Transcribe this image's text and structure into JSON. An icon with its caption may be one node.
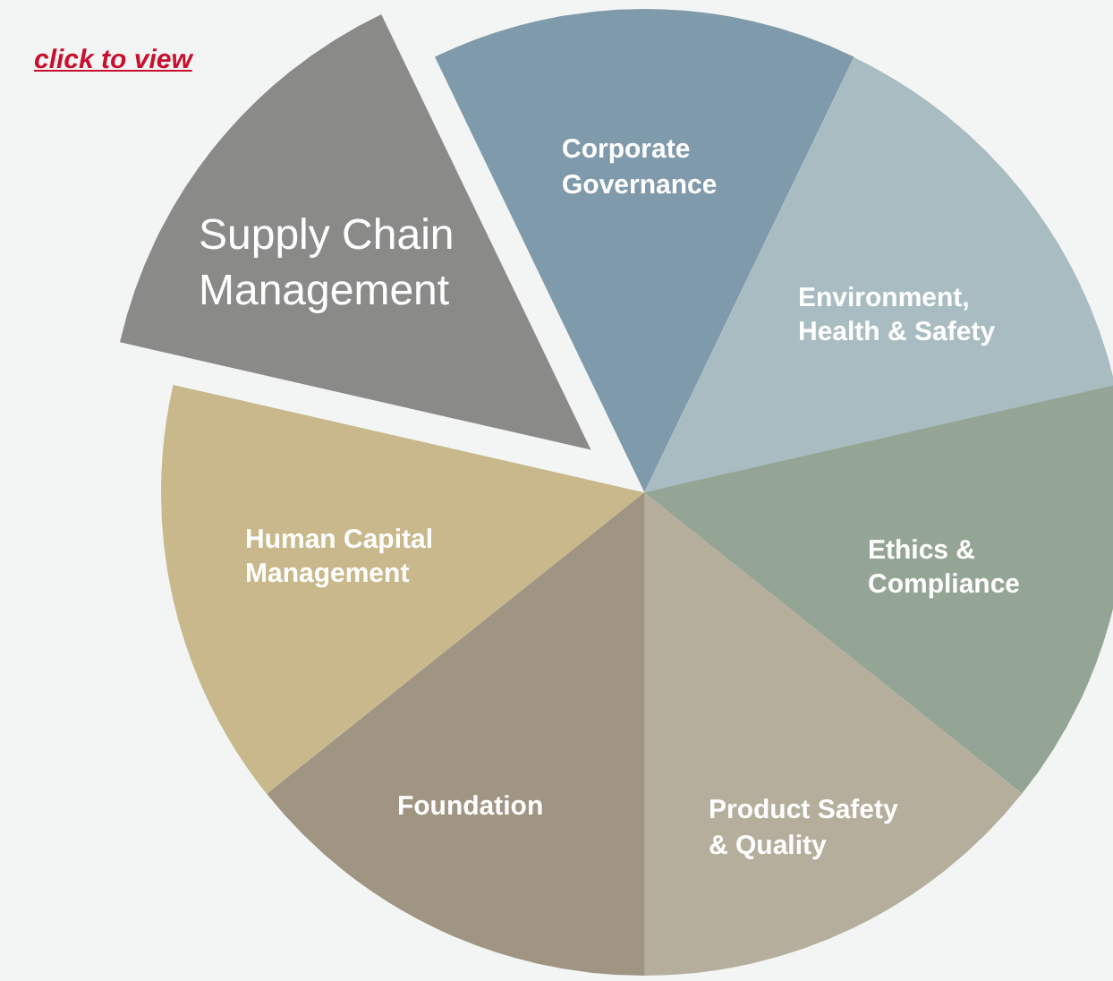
{
  "diagram": {
    "nodes": [
      {
        "text": [
          "Corporate Governance"
        ]
      },
      {
        "text": [
          "Environment, Health & Safety"
        ]
      },
      {
        "text": [
          "Ethics & Compliance"
        ]
      },
      {
        "text": [
          "Product Safety & Quality"
        ]
      },
      {
        "text": [
          "Foundation"
        ]
      },
      {
        "text": [
          "Human Capital Management"
        ]
      },
      {
        "text": [
          "Supply Chain Management"
        ]
      }
    ],
    "edges": [],
    "labels": [
      "click to view"
    ]
  }
}
